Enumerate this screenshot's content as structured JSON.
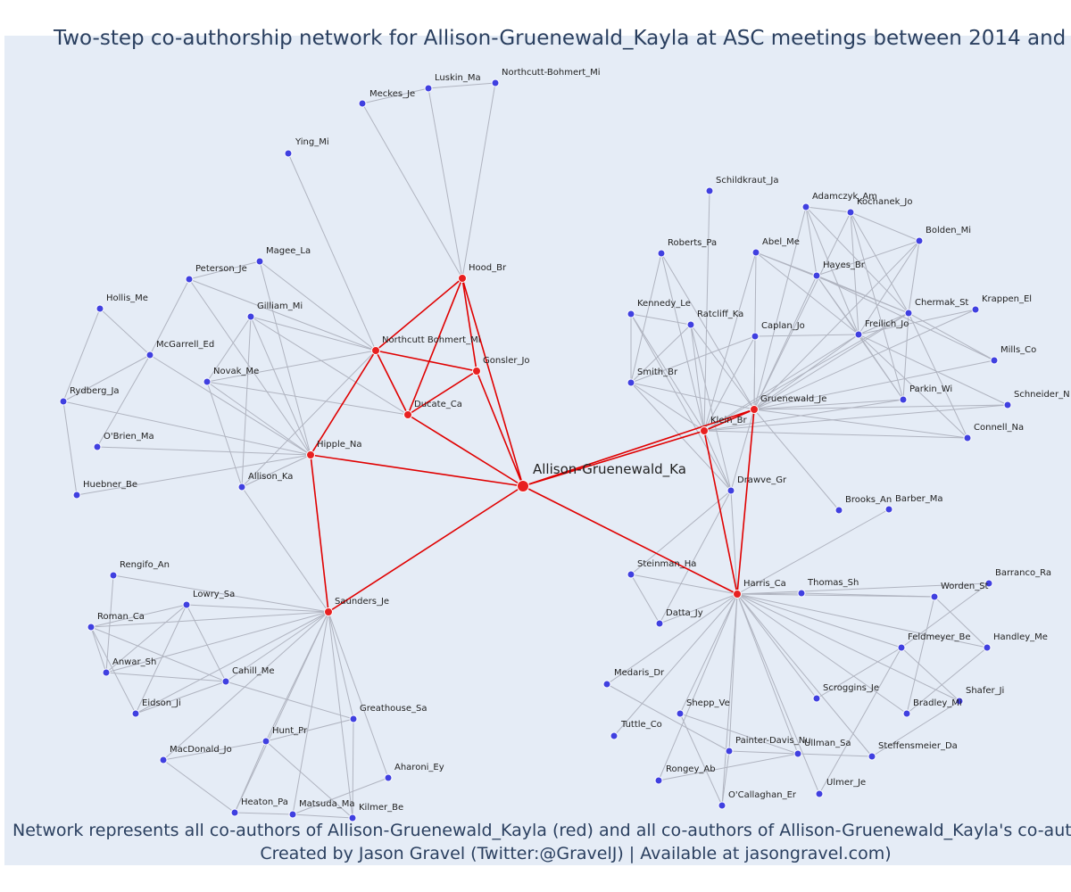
{
  "title": "Two-step co-authorship network for Allison-Gruenewald_Kayla at ASC meetings between 2014 and",
  "caption_line1": "Network represents all co-authors of Allison-Gruenewald_Kayla (red) and all co-authors of Allison-Gruenewald_Kayla's co-author",
  "caption_line2": "Created by Jason Gravel (Twitter:@GravelJ) | Available at jasongravel.com)",
  "colors": {
    "background": "#e5ecf6",
    "node": "#4040e0",
    "ego_node": "#e82020",
    "ego_edge": "#e00000",
    "edge": "#b0b4c0",
    "text": "#2a3f5f"
  },
  "nodes": [
    {
      "id": "Allison-Gruenewald_Ka",
      "ego": true,
      "center": true
    },
    {
      "id": "Hood_Br",
      "ego": true
    },
    {
      "id": "Northcutt Bohmert_Mi",
      "ego": true
    },
    {
      "id": "Gonsler_Jo",
      "ego": true
    },
    {
      "id": "Ducate_Ca",
      "ego": true
    },
    {
      "id": "Hipple_Na",
      "ego": true
    },
    {
      "id": "Saunders_Je",
      "ego": true
    },
    {
      "id": "Klein_Br",
      "ego": true
    },
    {
      "id": "Gruenewald_Je",
      "ego": true
    },
    {
      "id": "Harris_Ca",
      "ego": true
    },
    {
      "id": "Luskin_Ma"
    },
    {
      "id": "Northcutt-Bohmert_Mi"
    },
    {
      "id": "Meckes_Je"
    },
    {
      "id": "Ying_Mi"
    },
    {
      "id": "Magee_La"
    },
    {
      "id": "Peterson_Je"
    },
    {
      "id": "Hollis_Me"
    },
    {
      "id": "Gilliam_Mi"
    },
    {
      "id": "McGarrell_Ed"
    },
    {
      "id": "Novak_Me"
    },
    {
      "id": "Rydberg_Ja"
    },
    {
      "id": "O'Brien_Ma"
    },
    {
      "id": "Huebner_Be"
    },
    {
      "id": "Allison_Ka"
    },
    {
      "id": "Rengifo_An"
    },
    {
      "id": "Lowry_Sa"
    },
    {
      "id": "Roman_Ca"
    },
    {
      "id": "Anwar_Sh"
    },
    {
      "id": "Cahill_Me"
    },
    {
      "id": "Eidson_Ji"
    },
    {
      "id": "Greathouse_Sa"
    },
    {
      "id": "Hunt_Pr"
    },
    {
      "id": "MacDonald_Jo"
    },
    {
      "id": "Aharoni_Ey"
    },
    {
      "id": "Heaton_Pa"
    },
    {
      "id": "Matsuda_Ma"
    },
    {
      "id": "Kilmer_Be"
    },
    {
      "id": "Schildkraut_Ja"
    },
    {
      "id": "Adamczyk_Am"
    },
    {
      "id": "Kochanek_Jo"
    },
    {
      "id": "Bolden_Mi"
    },
    {
      "id": "Roberts_Pa"
    },
    {
      "id": "Abel_Me"
    },
    {
      "id": "Hayes_Br"
    },
    {
      "id": "Kennedy_Le"
    },
    {
      "id": "Ratcliff_Ka"
    },
    {
      "id": "Caplan_Jo"
    },
    {
      "id": "Chermak_St"
    },
    {
      "id": "Krappen_El"
    },
    {
      "id": "Freilich_Jo"
    },
    {
      "id": "Mills_Co"
    },
    {
      "id": "Smith_Br"
    },
    {
      "id": "Parkin_Wi"
    },
    {
      "id": "Schneider_N"
    },
    {
      "id": "Connell_Na"
    },
    {
      "id": "Drawve_Gr"
    },
    {
      "id": "Brooks_An"
    },
    {
      "id": "Barber_Ma"
    },
    {
      "id": "Steinman_Ha"
    },
    {
      "id": "Thomas_Sh"
    },
    {
      "id": "Barranco_Ra"
    },
    {
      "id": "Worden_St"
    },
    {
      "id": "Datta_Jy"
    },
    {
      "id": "Feldmeyer_Be"
    },
    {
      "id": "Handley_Me"
    },
    {
      "id": "Medaris_Dr"
    },
    {
      "id": "Scroggins_Je"
    },
    {
      "id": "Shafer_Ji"
    },
    {
      "id": "Shepp_Ve"
    },
    {
      "id": "Bradley_Mi"
    },
    {
      "id": "Tuttle_Co"
    },
    {
      "id": "Painter-Davis_Nu"
    },
    {
      "id": "Ullman_Sa"
    },
    {
      "id": "Steffensmeier_Da"
    },
    {
      "id": "Rongey_Ab"
    },
    {
      "id": "Ulmer_Je"
    },
    {
      "id": "O'Callaghan_Er"
    }
  ],
  "ego_edges": [
    [
      "Allison-Gruenewald_Ka",
      "Hipple_Na"
    ],
    [
      "Allison-Gruenewald_Ka",
      "Ducate_Ca"
    ],
    [
      "Allison-Gruenewald_Ka",
      "Gonsler_Jo"
    ],
    [
      "Allison-Gruenewald_Ka",
      "Hood_Br"
    ],
    [
      "Allison-Gruenewald_Ka",
      "Saunders_Je"
    ],
    [
      "Allison-Gruenewald_Ka",
      "Klein_Br"
    ],
    [
      "Allison-Gruenewald_Ka",
      "Gruenewald_Je"
    ],
    [
      "Allison-Gruenewald_Ka",
      "Harris_Ca"
    ],
    [
      "Hood_Br",
      "Northcutt Bohmert_Mi"
    ],
    [
      "Hood_Br",
      "Gonsler_Jo"
    ],
    [
      "Hood_Br",
      "Ducate_Ca"
    ],
    [
      "Northcutt Bohmert_Mi",
      "Gonsler_Jo"
    ],
    [
      "Northcutt Bohmert_Mi",
      "Ducate_Ca"
    ],
    [
      "Northcutt Bohmert_Mi",
      "Hipple_Na"
    ],
    [
      "Gonsler_Jo",
      "Ducate_Ca"
    ],
    [
      "Hipple_Na",
      "Saunders_Je"
    ],
    [
      "Klein_Br",
      "Gruenewald_Je"
    ],
    [
      "Klein_Br",
      "Harris_Ca"
    ],
    [
      "Gruenewald_Je",
      "Harris_Ca"
    ]
  ],
  "edges": [
    [
      "Hood_Br",
      "Meckes_Je"
    ],
    [
      "Hood_Br",
      "Luskin_Ma"
    ],
    [
      "Hood_Br",
      "Northcutt-Bohmert_Mi"
    ],
    [
      "Meckes_Je",
      "Luskin_Ma"
    ],
    [
      "Luskin_Ma",
      "Northcutt-Bohmert_Mi"
    ],
    [
      "Ying_Mi",
      "Northcutt Bohmert_Mi"
    ],
    [
      "Magee_La",
      "Peterson_Je"
    ],
    [
      "Magee_La",
      "Hipple_Na"
    ],
    [
      "Magee_La",
      "Northcutt Bohmert_Mi"
    ],
    [
      "Peterson_Je",
      "Hipple_Na"
    ],
    [
      "Peterson_Je",
      "Northcutt Bohmert_Mi"
    ],
    [
      "Gilliam_Mi",
      "Novak_Me"
    ],
    [
      "Gilliam_Mi",
      "Hipple_Na"
    ],
    [
      "Gilliam_Mi",
      "Northcutt Bohmert_Mi"
    ],
    [
      "Gilliam_Mi",
      "Allison_Ka"
    ],
    [
      "Gilliam_Mi",
      "Ducate_Ca"
    ],
    [
      "Hollis_Me",
      "McGarrell_Ed"
    ],
    [
      "Hollis_Me",
      "Rydberg_Ja"
    ],
    [
      "McGarrell_Ed",
      "Rydberg_Ja"
    ],
    [
      "McGarrell_Ed",
      "O'Brien_Ma"
    ],
    [
      "McGarrell_Ed",
      "Hipple_Na"
    ],
    [
      "McGarrell_Ed",
      "Peterson_Je"
    ],
    [
      "Novak_Me",
      "Northcutt Bohmert_Mi"
    ],
    [
      "Novak_Me",
      "Hipple_Na"
    ],
    [
      "Novak_Me",
      "Allison_Ka"
    ],
    [
      "Novak_Me",
      "Ducate_Ca"
    ],
    [
      "Rydberg_Ja",
      "Huebner_Be"
    ],
    [
      "Rydberg_Ja",
      "Hipple_Na"
    ],
    [
      "O'Brien_Ma",
      "Hipple_Na"
    ],
    [
      "Huebner_Be",
      "Hipple_Na"
    ],
    [
      "Allison_Ka",
      "Hipple_Na"
    ],
    [
      "Allison_Ka",
      "Northcutt Bohmert_Mi"
    ],
    [
      "Allison_Ka",
      "Saunders_Je"
    ],
    [
      "Rengifo_An",
      "Saunders_Je"
    ],
    [
      "Rengifo_An",
      "Anwar_Sh"
    ],
    [
      "Lowry_Sa",
      "Saunders_Je"
    ],
    [
      "Lowry_Sa",
      "Roman_Ca"
    ],
    [
      "Lowry_Sa",
      "Cahill_Me"
    ],
    [
      "Lowry_Sa",
      "Eidson_Ji"
    ],
    [
      "Lowry_Sa",
      "Anwar_Sh"
    ],
    [
      "Roman_Ca",
      "Saunders_Je"
    ],
    [
      "Roman_Ca",
      "Cahill_Me"
    ],
    [
      "Roman_Ca",
      "Anwar_Sh"
    ],
    [
      "Roman_Ca",
      "Eidson_Ji"
    ],
    [
      "Anwar_Sh",
      "Saunders_Je"
    ],
    [
      "Anwar_Sh",
      "Cahill_Me"
    ],
    [
      "Cahill_Me",
      "Saunders_Je"
    ],
    [
      "Cahill_Me",
      "Eidson_Ji"
    ],
    [
      "Cahill_Me",
      "Greathouse_Sa"
    ],
    [
      "Eidson_Ji",
      "Saunders_Je"
    ],
    [
      "Greathouse_Sa",
      "Saunders_Je"
    ],
    [
      "Greathouse_Sa",
      "Kilmer_Be"
    ],
    [
      "Greathouse_Sa",
      "Hunt_Pr"
    ],
    [
      "Hunt_Pr",
      "Saunders_Je"
    ],
    [
      "Hunt_Pr",
      "Heaton_Pa"
    ],
    [
      "Hunt_Pr",
      "Kilmer_Be"
    ],
    [
      "Hunt_Pr",
      "MacDonald_Jo"
    ],
    [
      "MacDonald_Jo",
      "Saunders_Je"
    ],
    [
      "MacDonald_Jo",
      "Heaton_Pa"
    ],
    [
      "Aharoni_Ey",
      "Saunders_Je"
    ],
    [
      "Aharoni_Ey",
      "Matsuda_Ma"
    ],
    [
      "Heaton_Pa",
      "Saunders_Je"
    ],
    [
      "Heaton_Pa",
      "Matsuda_Ma"
    ],
    [
      "Matsuda_Ma",
      "Saunders_Je"
    ],
    [
      "Matsuda_Ma",
      "Kilmer_Be"
    ],
    [
      "Kilmer_Be",
      "Saunders_Je"
    ],
    [
      "Schildkraut_Ja",
      "Klein_Br"
    ],
    [
      "Adamczyk_Am",
      "Kochanek_Jo"
    ],
    [
      "Adamczyk_Am",
      "Hayes_Br"
    ],
    [
      "Adamczyk_Am",
      "Freilich_Jo"
    ],
    [
      "Adamczyk_Am",
      "Chermak_St"
    ],
    [
      "Adamczyk_Am",
      "Gruenewald_Je"
    ],
    [
      "Kochanek_Jo",
      "Bolden_Mi"
    ],
    [
      "Kochanek_Jo",
      "Freilich_Jo"
    ],
    [
      "Kochanek_Jo",
      "Chermak_St"
    ],
    [
      "Kochanek_Jo",
      "Gruenewald_Je"
    ],
    [
      "Kochanek_Jo",
      "Parkin_Wi"
    ],
    [
      "Bolden_Mi",
      "Chermak_St"
    ],
    [
      "Bolden_Mi",
      "Freilich_Jo"
    ],
    [
      "Bolden_Mi",
      "Gruenewald_Je"
    ],
    [
      "Bolden_Mi",
      "Hayes_Br"
    ],
    [
      "Roberts_Pa",
      "Klein_Br"
    ],
    [
      "Roberts_Pa",
      "Gruenewald_Je"
    ],
    [
      "Roberts_Pa",
      "Smith_Br"
    ],
    [
      "Abel_Me",
      "Hayes_Br"
    ],
    [
      "Abel_Me",
      "Freilich_Jo"
    ],
    [
      "Abel_Me",
      "Klein_Br"
    ],
    [
      "Abel_Me",
      "Gruenewald_Je"
    ],
    [
      "Abel_Me",
      "Chermak_St"
    ],
    [
      "Hayes_Br",
      "Freilich_Jo"
    ],
    [
      "Hayes_Br",
      "Chermak_St"
    ],
    [
      "Hayes_Br",
      "Gruenewald_Je"
    ],
    [
      "Hayes_Br",
      "Parkin_Wi"
    ],
    [
      "Hayes_Br",
      "Mills_Co"
    ],
    [
      "Kennedy_Le",
      "Ratcliff_Ka"
    ],
    [
      "Kennedy_Le",
      "Smith_Br"
    ],
    [
      "Kennedy_Le",
      "Klein_Br"
    ],
    [
      "Kennedy_Le",
      "Drawve_Gr"
    ],
    [
      "Ratcliff_Ka",
      "Smith_Br"
    ],
    [
      "Ratcliff_Ka",
      "Klein_Br"
    ],
    [
      "Ratcliff_Ka",
      "Gruenewald_Je"
    ],
    [
      "Ratcliff_Ka",
      "Drawve_Gr"
    ],
    [
      "Caplan_Jo",
      "Smith_Br"
    ],
    [
      "Caplan_Jo",
      "Klein_Br"
    ],
    [
      "Caplan_Jo",
      "Gruenewald_Je"
    ],
    [
      "Caplan_Jo",
      "Freilich_Jo"
    ],
    [
      "Chermak_St",
      "Freilich_Jo"
    ],
    [
      "Chermak_St",
      "Gruenewald_Je"
    ],
    [
      "Chermak_St",
      "Klein_Br"
    ],
    [
      "Chermak_St",
      "Mills_Co"
    ],
    [
      "Chermak_St",
      "Connell_Na"
    ],
    [
      "Chermak_St",
      "Parkin_Wi"
    ],
    [
      "Krappen_El",
      "Gruenewald_Je"
    ],
    [
      "Krappen_El",
      "Freilich_Jo"
    ],
    [
      "Freilich_Jo",
      "Gruenewald_Je"
    ],
    [
      "Freilich_Jo",
      "Klein_Br"
    ],
    [
      "Freilich_Jo",
      "Parkin_Wi"
    ],
    [
      "Freilich_Jo",
      "Schneider_N"
    ],
    [
      "Freilich_Jo",
      "Connell_Na"
    ],
    [
      "Mills_Co",
      "Gruenewald_Je"
    ],
    [
      "Smith_Br",
      "Klein_Br"
    ],
    [
      "Smith_Br",
      "Gruenewald_Je"
    ],
    [
      "Smith_Br",
      "Drawve_Gr"
    ],
    [
      "Parkin_Wi",
      "Gruenewald_Je"
    ],
    [
      "Parkin_Wi",
      "Klein_Br"
    ],
    [
      "Schneider_N",
      "Gruenewald_Je"
    ],
    [
      "Schneider_N",
      "Klein_Br"
    ],
    [
      "Connell_Na",
      "Klein_Br"
    ],
    [
      "Connell_Na",
      "Gruenewald_Je"
    ],
    [
      "Drawve_Gr",
      "Klein_Br"
    ],
    [
      "Drawve_Gr",
      "Gruenewald_Je"
    ],
    [
      "Drawve_Gr",
      "Steinman_Ha"
    ],
    [
      "Drawve_Gr",
      "Datta_Jy"
    ],
    [
      "Drawve_Gr",
      "Harris_Ca"
    ],
    [
      "Brooks_An",
      "Gruenewald_Je"
    ],
    [
      "Barber_Ma",
      "Harris_Ca"
    ],
    [
      "Steinman_Ha",
      "Harris_Ca"
    ],
    [
      "Steinman_Ha",
      "Datta_Jy"
    ],
    [
      "Thomas_Sh",
      "Harris_Ca"
    ],
    [
      "Thomas_Sh",
      "Worden_St"
    ],
    [
      "Barranco_Ra",
      "Harris_Ca"
    ],
    [
      "Barranco_Ra",
      "Feldmeyer_Be"
    ],
    [
      "Worden_St",
      "Harris_Ca"
    ],
    [
      "Worden_St",
      "Handley_Me"
    ],
    [
      "Worden_St",
      "Bradley_Mi"
    ],
    [
      "Datta_Jy",
      "Harris_Ca"
    ],
    [
      "Feldmeyer_Be",
      "Harris_Ca"
    ],
    [
      "Feldmeyer_Be",
      "Scroggins_Je"
    ],
    [
      "Feldmeyer_Be",
      "Shafer_Ji"
    ],
    [
      "Feldmeyer_Be",
      "Ulmer_Je"
    ],
    [
      "Handley_Me",
      "Harris_Ca"
    ],
    [
      "Handley_Me",
      "Bradley_Mi"
    ],
    [
      "Medaris_Dr",
      "Harris_Ca"
    ],
    [
      "Scroggins_Je",
      "Harris_Ca"
    ],
    [
      "Shafer_Ji",
      "Harris_Ca"
    ],
    [
      "Shafer_Ji",
      "Steffensmeier_Da"
    ],
    [
      "Shepp_Ve",
      "Harris_Ca"
    ],
    [
      "Shepp_Ve",
      "Ullman_Sa"
    ],
    [
      "Shepp_Ve",
      "O'Callaghan_Er"
    ],
    [
      "Bradley_Mi",
      "Harris_Ca"
    ],
    [
      "Tuttle_Co",
      "Harris_Ca"
    ],
    [
      "Painter-Davis_Nu",
      "Harris_Ca"
    ],
    [
      "Painter-Davis_Nu",
      "Ullman_Sa"
    ],
    [
      "Painter-Davis_Nu",
      "O'Callaghan_Er"
    ],
    [
      "Ullman_Sa",
      "Harris_Ca"
    ],
    [
      "Ullman_Sa",
      "Steffensmeier_Da"
    ],
    [
      "Ullman_Sa",
      "Rongey_Ab"
    ],
    [
      "Steffensmeier_Da",
      "Harris_Ca"
    ],
    [
      "Rongey_Ab",
      "Harris_Ca"
    ],
    [
      "Ulmer_Je",
      "Harris_Ca"
    ],
    [
      "O'Callaghan_Er",
      "Harris_Ca"
    ],
    [
      "Medaris_Dr",
      "Painter-Davis_Nu"
    ]
  ]
}
